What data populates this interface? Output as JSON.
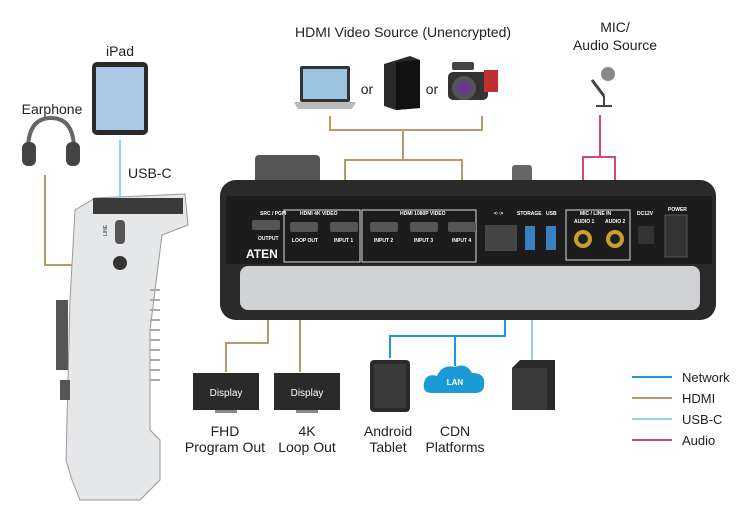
{
  "labels": {
    "hdmi_source": "HDMI Video Source (Unencrypted)",
    "or1": "or",
    "or2": "or",
    "mic_line1": "MIC/",
    "mic_line2": "Audio Source",
    "ipad": "iPad",
    "earphone": "Earphone",
    "usbc": "USB-C",
    "fhd_line1": "FHD",
    "fhd_line2": "Program Out",
    "loop_line1": "4K",
    "loop_line2": "Loop Out",
    "tablet_line1": "Android",
    "tablet_line2": "Tablet",
    "cdn_line1": "CDN",
    "cdn_line2": "Platforms",
    "display1": "Display",
    "display2": "Display",
    "lan": "LAN"
  },
  "panel": {
    "brand": "ATEN",
    "src_pgm": "SRC / PGM",
    "hdmi4k": "HDMI 4K VIDEO",
    "hdmi1080": "HDMI 1080P VIDEO",
    "output": "OUTPUT",
    "loop_out": "LOOP OUT",
    "input1": "INPUT 1",
    "input2": "INPUT 2",
    "input3": "INPUT 3",
    "input4": "INPUT 4",
    "lan_port": "<··>",
    "storage": "STORAGE",
    "usb": "USB",
    "mic_line_in": "MIC / LINE IN",
    "audio1": "AUDIO 1",
    "audio2": "AUDIO 2",
    "dc": "DC12V",
    "power": "POWER",
    "line": "LINE"
  },
  "legend": [
    {
      "label": "Network",
      "color": "#1b9ad6"
    },
    {
      "label": "HDMI",
      "color": "#b89a6a"
    },
    {
      "label": "USB-C",
      "color": "#8fd3f0"
    },
    {
      "label": "Audio",
      "color": "#d6457a"
    }
  ]
}
